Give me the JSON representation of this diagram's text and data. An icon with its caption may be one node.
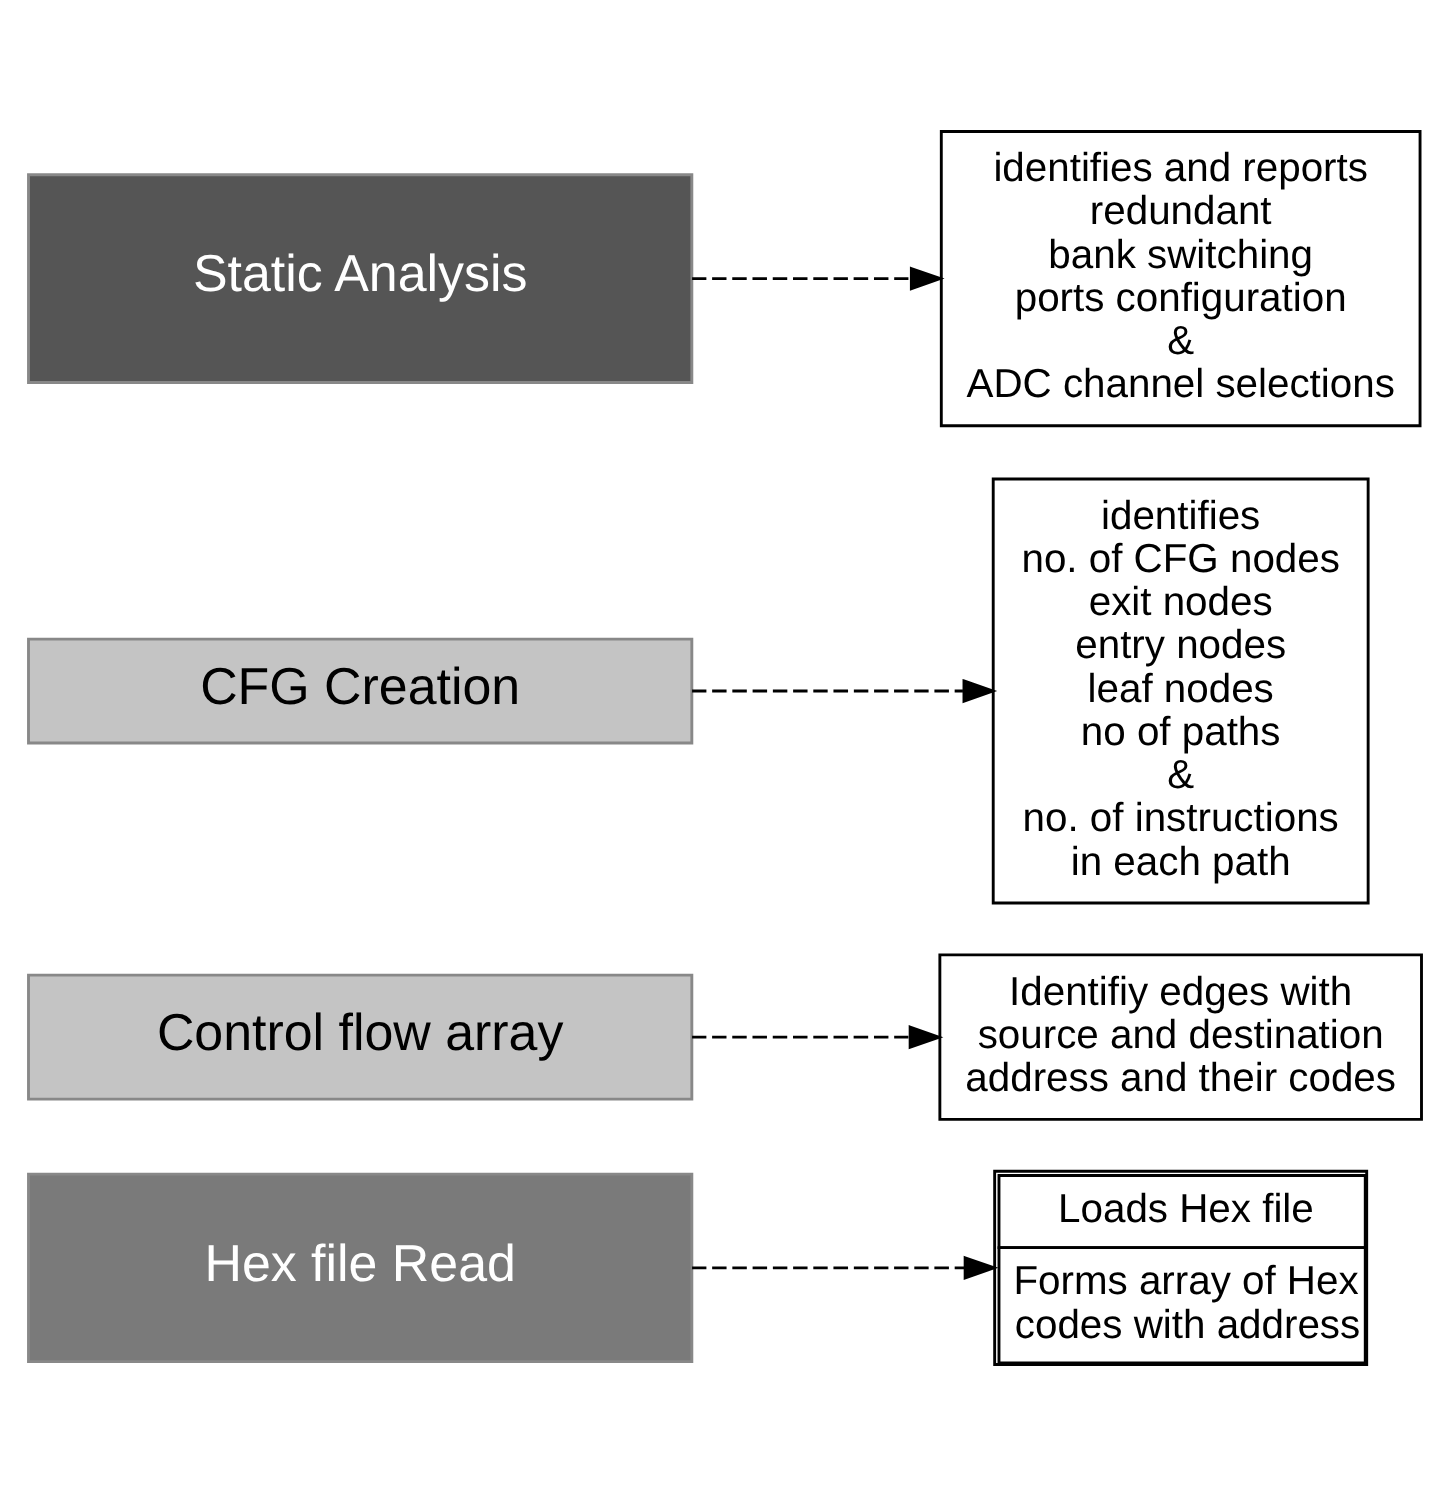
{
  "diagram": {
    "nodes": [
      {
        "text": [
          "Hex file Read"
        ]
      },
      {
        "text": [
          "Control flow array"
        ]
      },
      {
        "text": [
          "CFG Creation"
        ]
      },
      {
        "text": [
          "Static Analysis"
        ]
      },
      {
        "text": [
          "Loads Hex file",
          "Forms array of Hex codes with address"
        ]
      },
      {
        "text": [
          "Identifiy edges with source and destination address and their codes"
        ]
      },
      {
        "text": [
          "identifies",
          "no. of CFG nodes",
          "exit nodes",
          "entry nodes",
          "leaf nodes",
          "no of paths",
          "&",
          "no. of instructions",
          "in each path"
        ]
      },
      {
        "text": [
          "identifies and reports",
          "redundant",
          "bank switching",
          "ports configuration",
          "&",
          "ADC channel selections"
        ]
      }
    ],
    "edges": [
      {
        "from": 0,
        "to": 4,
        "arrow": "to",
        "style": "dashed"
      },
      {
        "from": 1,
        "to": 5,
        "arrow": "to",
        "style": "dashed"
      },
      {
        "from": 2,
        "to": 6,
        "arrow": "to",
        "style": "dashed"
      },
      {
        "from": 3,
        "to": 7,
        "arrow": "to",
        "style": "dashed"
      }
    ]
  }
}
